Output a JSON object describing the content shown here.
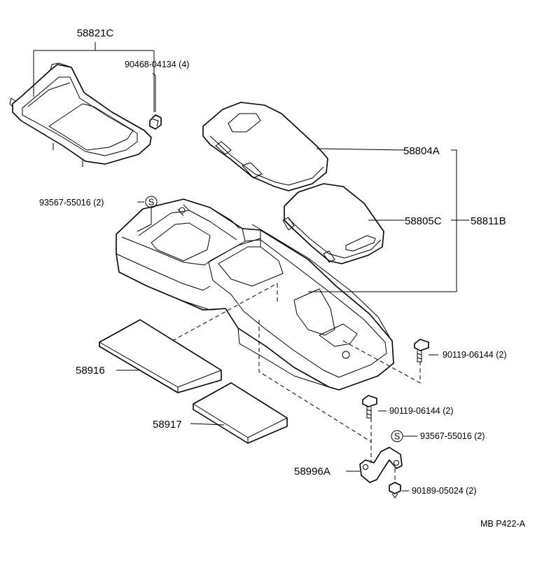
{
  "labels": {
    "p58821C": "58821C",
    "p90468": "90468-04134 (4)",
    "p58804A": "58804A",
    "p93567_top": "93567-55016 (2)",
    "p58805C": "58805C",
    "p58811B": "58811B",
    "p90119_a": "90119-06144 (2)",
    "p58916": "58916",
    "p90119_b": "90119-06144 (2)",
    "p58917": "58917",
    "p93567_bottom": "93567-55016 (2)",
    "p58996A": "58996A",
    "p90189": "90189-05024 (2)",
    "sheet_code": "MB P422-A",
    "s_symbol": "S"
  }
}
